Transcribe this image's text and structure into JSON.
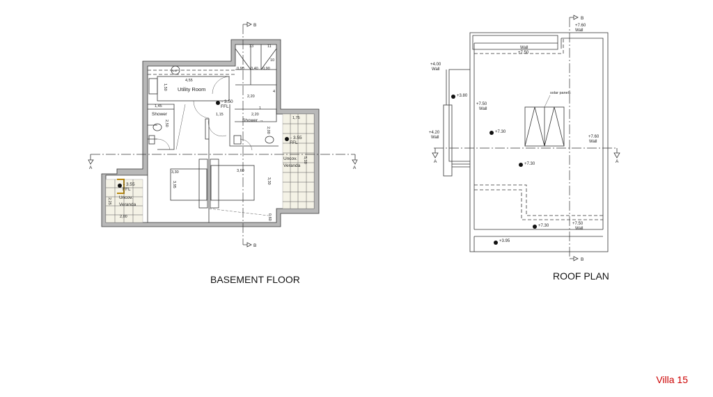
{
  "basement": {
    "title": "BASEMENT FLOOR",
    "rooms": {
      "utility": "Utility Room",
      "shower1": "Shower",
      "shower2": "Shower →",
      "veranda_word1": "Uncov.",
      "veranda_word2": "Veranda",
      "wm": "WM"
    },
    "levels": {
      "hall": "- 3.50",
      "left_veranda": "- 3.55",
      "right_veranda": "- 3.55",
      "ffl": "FFL"
    },
    "dims": {
      "d455": "4,55",
      "d150": "1,50",
      "d145": "1,45",
      "d250": "2,50",
      "d115": "1,15",
      "d220a": "2,20",
      "d220b": "2,20",
      "d200": "2,00",
      "d175": "1,75",
      "d510": "5,10",
      "d330a": "3,30",
      "d360": "3,60",
      "d395": "3,95",
      "d330b": "3,30",
      "d060": "0,60",
      "d225": "2,25",
      "d200b": "2,00",
      "st090a": "0,90",
      "st040": "0,40",
      "st090b": "0,90",
      "st13": "13",
      "st11": "11",
      "st10": "10",
      "st4": "4",
      "st1": "1"
    },
    "section_a": "A",
    "section_b": "B"
  },
  "roof": {
    "title": "ROOF PLAN",
    "solar_label": "solar panels",
    "levels": {
      "l760top": "+7.60",
      "l750top": "+7.50",
      "l400": "+4.00",
      "l380": "+3.80",
      "l750left": "+7.50",
      "l420": "+4.20",
      "l730a": "+7.30",
      "l760right": "+7.60",
      "l730b": "+7.30",
      "l730c": "+7.30",
      "l750bottom": "+7.50",
      "l395": "+3.95",
      "wall": "Wall"
    },
    "section_a": "A",
    "section_b": "B"
  },
  "sheet_label": "Villa 15",
  "colors": {
    "accent": "#cc0000",
    "wall": "#b8b8b8",
    "veranda_edge": "#b8860b"
  }
}
